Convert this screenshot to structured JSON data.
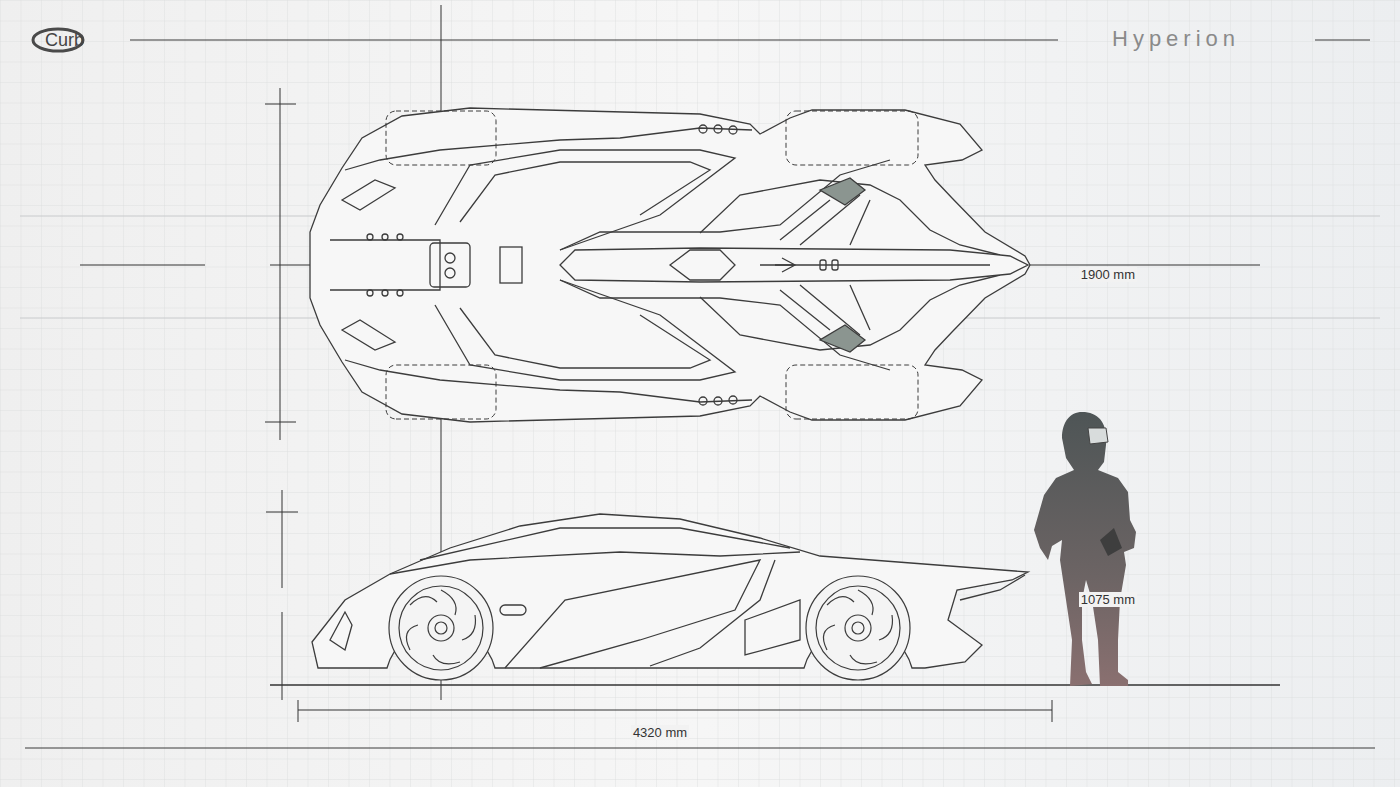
{
  "diagram": {
    "title": "Hyperion",
    "labels": [
      "Curb",
      "1900 mm",
      "1075 mm",
      "4320 mm"
    ]
  }
}
